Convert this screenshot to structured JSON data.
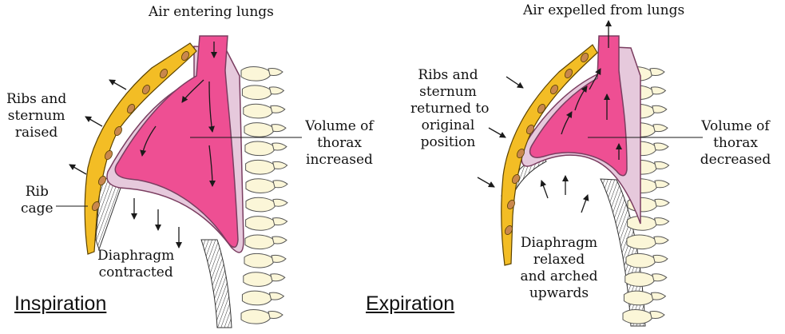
{
  "colors": {
    "lung": "#ee4f93",
    "pleura": "#e6c9dc",
    "pleura_edge": "#7a3d60",
    "rib": "#f3bd25",
    "rib_hole": "#c9874d",
    "spine": "#fbf6d8",
    "line": "#1a1a1a"
  },
  "inspiration": {
    "title": "Inspiration",
    "air_label": "Air entering lungs",
    "ribs_label": [
      "Ribs and",
      "sternum",
      "raised"
    ],
    "ribcage_label": [
      "Rib",
      "cage"
    ],
    "volume_label": [
      "Volume of",
      "thorax",
      "increased"
    ],
    "diaphragm_label": [
      "Diaphragm",
      "contracted"
    ]
  },
  "expiration": {
    "title": "Expiration",
    "air_label": "Air expelled from lungs",
    "ribs_label": [
      "Ribs and",
      "sternum",
      "returned to",
      "original",
      "position"
    ],
    "volume_label": [
      "Volume of",
      "thorax",
      "decreased"
    ],
    "diaphragm_label": [
      "Diaphragm",
      "relaxed",
      "and arched",
      "upwards"
    ]
  }
}
